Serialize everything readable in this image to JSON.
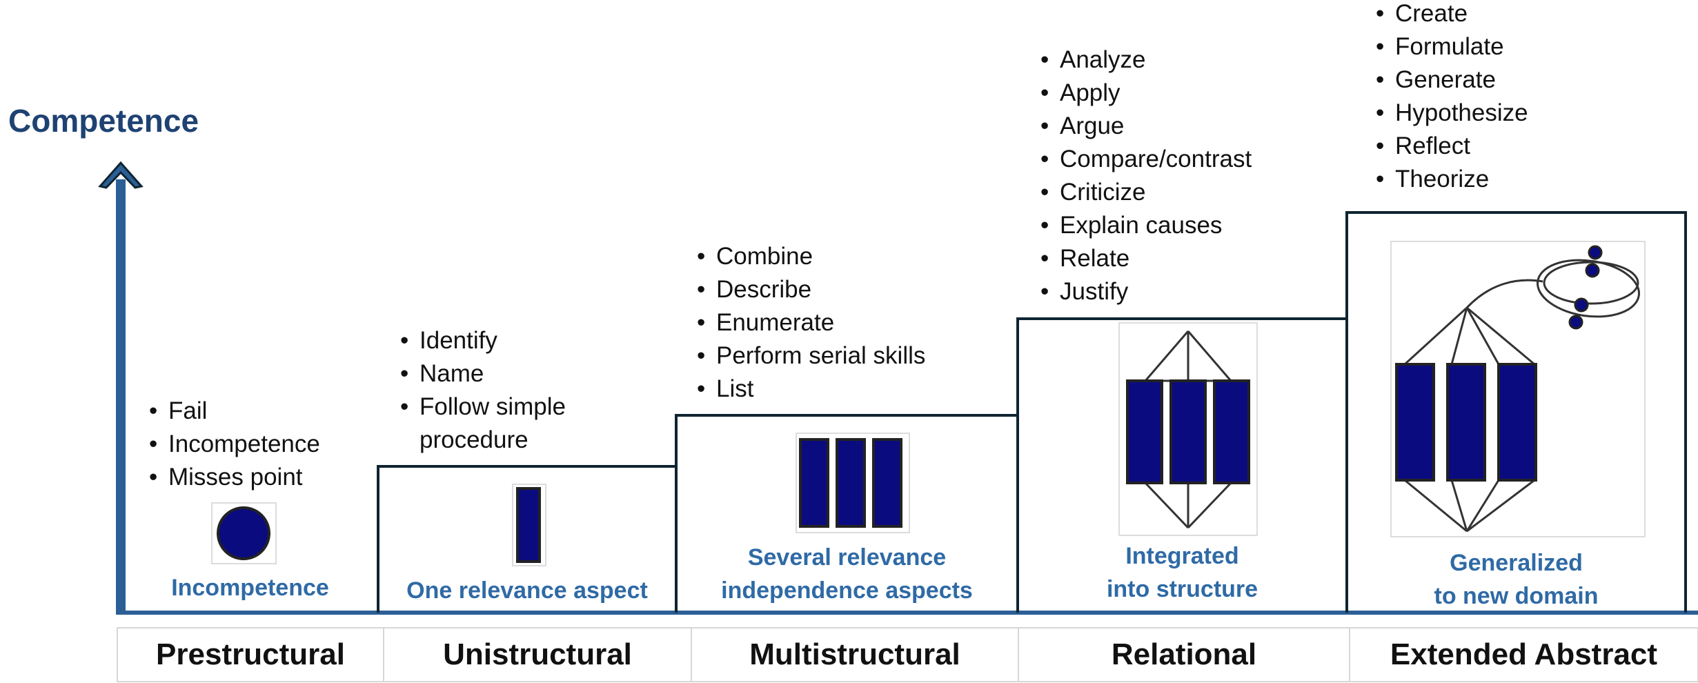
{
  "axis": {
    "title": "Competence"
  },
  "levels": [
    {
      "name": "Prestructural",
      "caption": "Incompetence",
      "verbs": [
        "Fail",
        "Incompetence",
        "Misses point"
      ]
    },
    {
      "name": "Unistructural",
      "caption": "One relevance aspect",
      "verbs": [
        "Identify",
        "Name",
        "Follow simple",
        "procedure"
      ]
    },
    {
      "name": "Multistructural",
      "caption_lines": [
        "Several relevance",
        "independence aspects"
      ],
      "verbs": [
        "Combine",
        "Describe",
        "Enumerate",
        "Perform serial skills",
        "List"
      ]
    },
    {
      "name": "Relational",
      "caption_lines": [
        "Integrated",
        "into structure"
      ],
      "verbs": [
        "Analyze",
        "Apply",
        "Argue",
        "Compare/contrast",
        "Criticize",
        "Explain causes",
        "Relate",
        "Justify"
      ]
    },
    {
      "name": "Extended Abstract",
      "caption_lines": [
        "Generalized",
        "to new domain"
      ],
      "verbs": [
        "Create",
        "Formulate",
        "Generate",
        "Hypothesize",
        "Reflect",
        "Theorize"
      ]
    }
  ],
  "colors": {
    "axis": "#2b5f96",
    "caption": "#2f6aa5",
    "title": "#1e4272",
    "shape_fill": "#0b0b80",
    "box_border": "#0f2431"
  }
}
